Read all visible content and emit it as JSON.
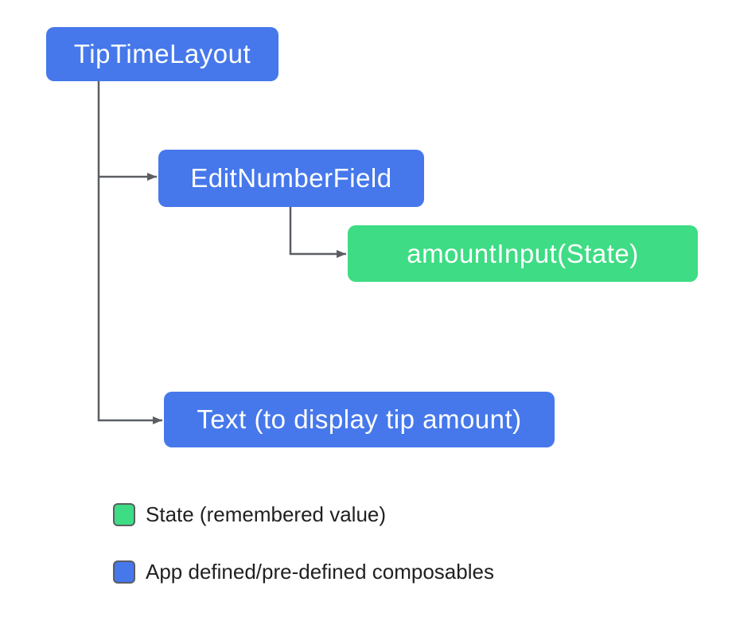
{
  "colors": {
    "composable_blue": "#4678EB",
    "state_green": "#3EDC84",
    "connector_gray": "#5A5E63",
    "legend_text": "#212121",
    "node_text": "#FFFFFF",
    "canvas_bg": "#FFFFFF"
  },
  "diagram": {
    "type": "tree",
    "nodes": [
      {
        "id": "tiptimelayout",
        "label": "TipTimeLayout",
        "kind": "composable",
        "color": "#4678EB"
      },
      {
        "id": "editnumberfield",
        "label": "EditNumberField",
        "kind": "composable",
        "color": "#4678EB",
        "parent": "tiptimelayout"
      },
      {
        "id": "amountinput",
        "label": "amountInput(State)",
        "kind": "state",
        "color": "#3EDC84",
        "parent": "editnumberfield"
      },
      {
        "id": "text",
        "label": "Text (to display tip amount)",
        "kind": "composable",
        "color": "#4678EB",
        "parent": "tiptimelayout"
      }
    ],
    "edges": [
      {
        "from": "tiptimelayout",
        "to": "editnumberfield"
      },
      {
        "from": "tiptimelayout",
        "to": "text"
      },
      {
        "from": "editnumberfield",
        "to": "amountinput"
      }
    ]
  },
  "legend": {
    "items": [
      {
        "label": "State (remembered value)",
        "swatch_color": "#3EDC84"
      },
      {
        "label": "App defined/pre-defined composables",
        "swatch_color": "#4678EB"
      }
    ]
  }
}
